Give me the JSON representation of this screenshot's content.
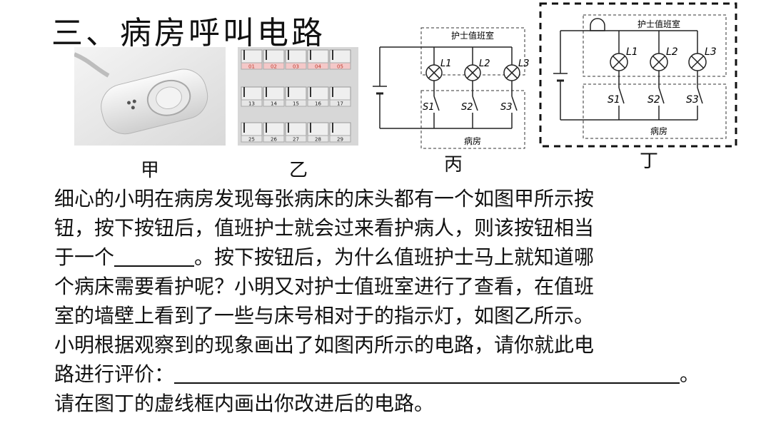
{
  "title": "三、病房呼叫电路",
  "captions": [
    "甲",
    "乙",
    "丙",
    "丁"
  ],
  "panel_labels": [
    "01",
    "02",
    "03",
    "04",
    "05",
    "13",
    "14",
    "15",
    "16",
    "17",
    "25",
    "26",
    "27",
    "28",
    "29"
  ],
  "circuit": {
    "nurse_room": "护士值班室",
    "ward": "病房",
    "lamps": [
      "L1",
      "L2",
      "L3"
    ],
    "switches": [
      "S1",
      "S2",
      "S3"
    ]
  },
  "paragraph": {
    "line1": "细心的小明在病房发现每张病床的床头都有一个如图甲所示按",
    "line2": "钮，按下按钮后，值班护士就会过来看护病人，则该按钮相当",
    "line3a": "于一个",
    "line3b": "。按下按钮后，为什么值班护士马上就知道哪",
    "line4": "个病床需要看护呢？小明又对护士值班室进行了查看，在值班",
    "line5": "室的墙壁上看到了一些与床号相对于的指示灯，如图乙所示。",
    "line6": "小明根据观察到的现象画出了如图丙所示的电路，请你就此电",
    "line7a": "路进行评价：",
    "line7b": "。",
    "line8": "请在图丁的虚线框内画出你改进后的电路。"
  }
}
